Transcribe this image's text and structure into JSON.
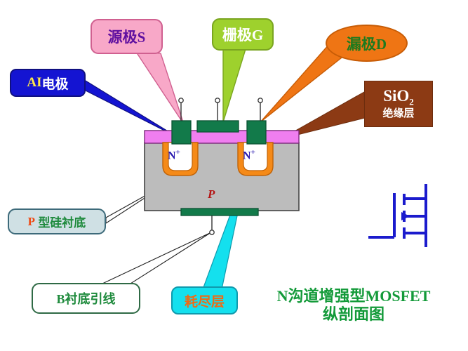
{
  "diagram": {
    "title_line1": "N沟道增强型MOSFET",
    "title_line2": "纵剖面图",
    "title_color": "#139a39"
  },
  "callouts": [
    {
      "id": "al",
      "label": "AI电极",
      "label_part1": "AI",
      "label_part2": "电极",
      "box_color": "#1414d2",
      "text_color": "#ffffff",
      "accent_color": "#ffe84a",
      "shape": "rounded-rect",
      "points_to": "source-metal-electrode"
    },
    {
      "id": "source",
      "label": "源极S",
      "box_color": "#f8a8c8",
      "text_color": "#6010a0",
      "shape": "rounded-rect-with-tail",
      "points_to": "source-terminal"
    },
    {
      "id": "gate",
      "label": "栅极G",
      "box_color": "#9ed12d",
      "text_color": "#ffffff",
      "shape": "rounded-rect-with-tail",
      "points_to": "gate-terminal"
    },
    {
      "id": "drain",
      "label": "漏极D",
      "box_color": "#ef7514",
      "text_color": "#1e7a1e",
      "shape": "ellipse-with-tail",
      "points_to": "drain-terminal"
    },
    {
      "id": "sio2",
      "label_line1": "SiO",
      "label_subscript": "2",
      "label_line2": "绝缘层",
      "box_color": "#8c3a14",
      "text_color": "#ffffff",
      "shape": "rect-with-tail",
      "points_to": "oxide-layer"
    },
    {
      "id": "psub",
      "label": "P 型硅衬底",
      "label_part1": "P",
      "label_part2": "型硅衬底",
      "box_color": "#cfe0e4",
      "text_color": "#1e8a3c",
      "accent_color": "#ef4a14",
      "shape": "rounded-rect",
      "points_to": "p-substrate-body"
    },
    {
      "id": "bsub",
      "label": "B衬底引线",
      "box_color": "#ffffff",
      "text_color": "#1e8a3c",
      "shape": "rounded-rect",
      "points_to": "substrate-terminal"
    },
    {
      "id": "depletion",
      "label": "耗尽层",
      "box_color": "#14e0ee",
      "text_color": "#ef6a14",
      "shape": "rounded-rect-with-tail",
      "points_to": "drain-depletion-region"
    }
  ],
  "device": {
    "substrate_label": "P",
    "substrate_label_color": "#b41414",
    "nplus_left_label": "N",
    "nplus_left_sup": "+",
    "nplus_right_label": "N",
    "nplus_right_sup": "+",
    "nplus_label_color": "#2a1ab0",
    "colors": {
      "substrate_fill": "#bcbcbc",
      "substrate_stroke": "#444444",
      "oxide_fill": "#f07ef0",
      "oxide_stroke": "#7a2a7a",
      "metal_fill": "#127a4a",
      "metal_stroke": "#0b5232",
      "depletion_fill": "#f58a18",
      "depletion_stroke": "#c06206",
      "nplus_fill": "#ffffff"
    }
  },
  "symbol": {
    "name": "n-channel-enhancement-mosfet-symbol",
    "color": "#1b1bcd"
  }
}
